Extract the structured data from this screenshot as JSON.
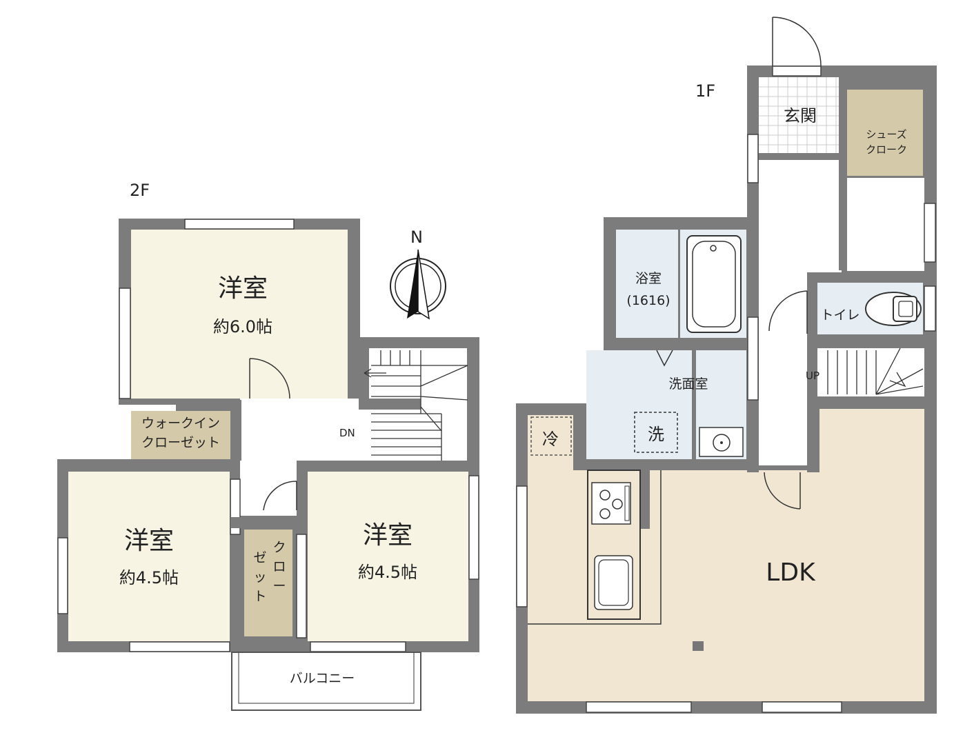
{
  "floors": {
    "second": {
      "label": "2F",
      "rooms": {
        "western_a": {
          "name": "洋室",
          "size": "約6.0帖"
        },
        "western_b": {
          "name": "洋室",
          "size": "約4.5帖"
        },
        "western_c": {
          "name": "洋室",
          "size": "約4.5帖"
        },
        "walk_in_closet": {
          "line1": "ウォークイン",
          "line2": "クローゼット"
        },
        "closet": {
          "col1": [
            "ク",
            "ロ",
            "ー"
          ],
          "col2": [
            "ゼ",
            "ッ",
            "ト"
          ]
        },
        "balcony": "バルコニー",
        "stairs": "DN"
      },
      "compass": "N"
    },
    "first": {
      "label": "1F",
      "rooms": {
        "entrance": "玄関",
        "shoe_closet": {
          "line1": "シューズ",
          "line2": "クローク"
        },
        "bath": {
          "name": "浴室",
          "size": "(1616)"
        },
        "washroom": "洗面室",
        "washer": "洗",
        "toilet": "トイレ",
        "fridge": "冷",
        "ldk": "LDK",
        "stairs": "UP"
      }
    }
  },
  "colors": {
    "wall": "#7c7c7c",
    "western_room": "#f7f4e3",
    "ldk": "#f0e6d2",
    "wet_area": "#e6eef4",
    "closet": "#d4c9a8"
  }
}
